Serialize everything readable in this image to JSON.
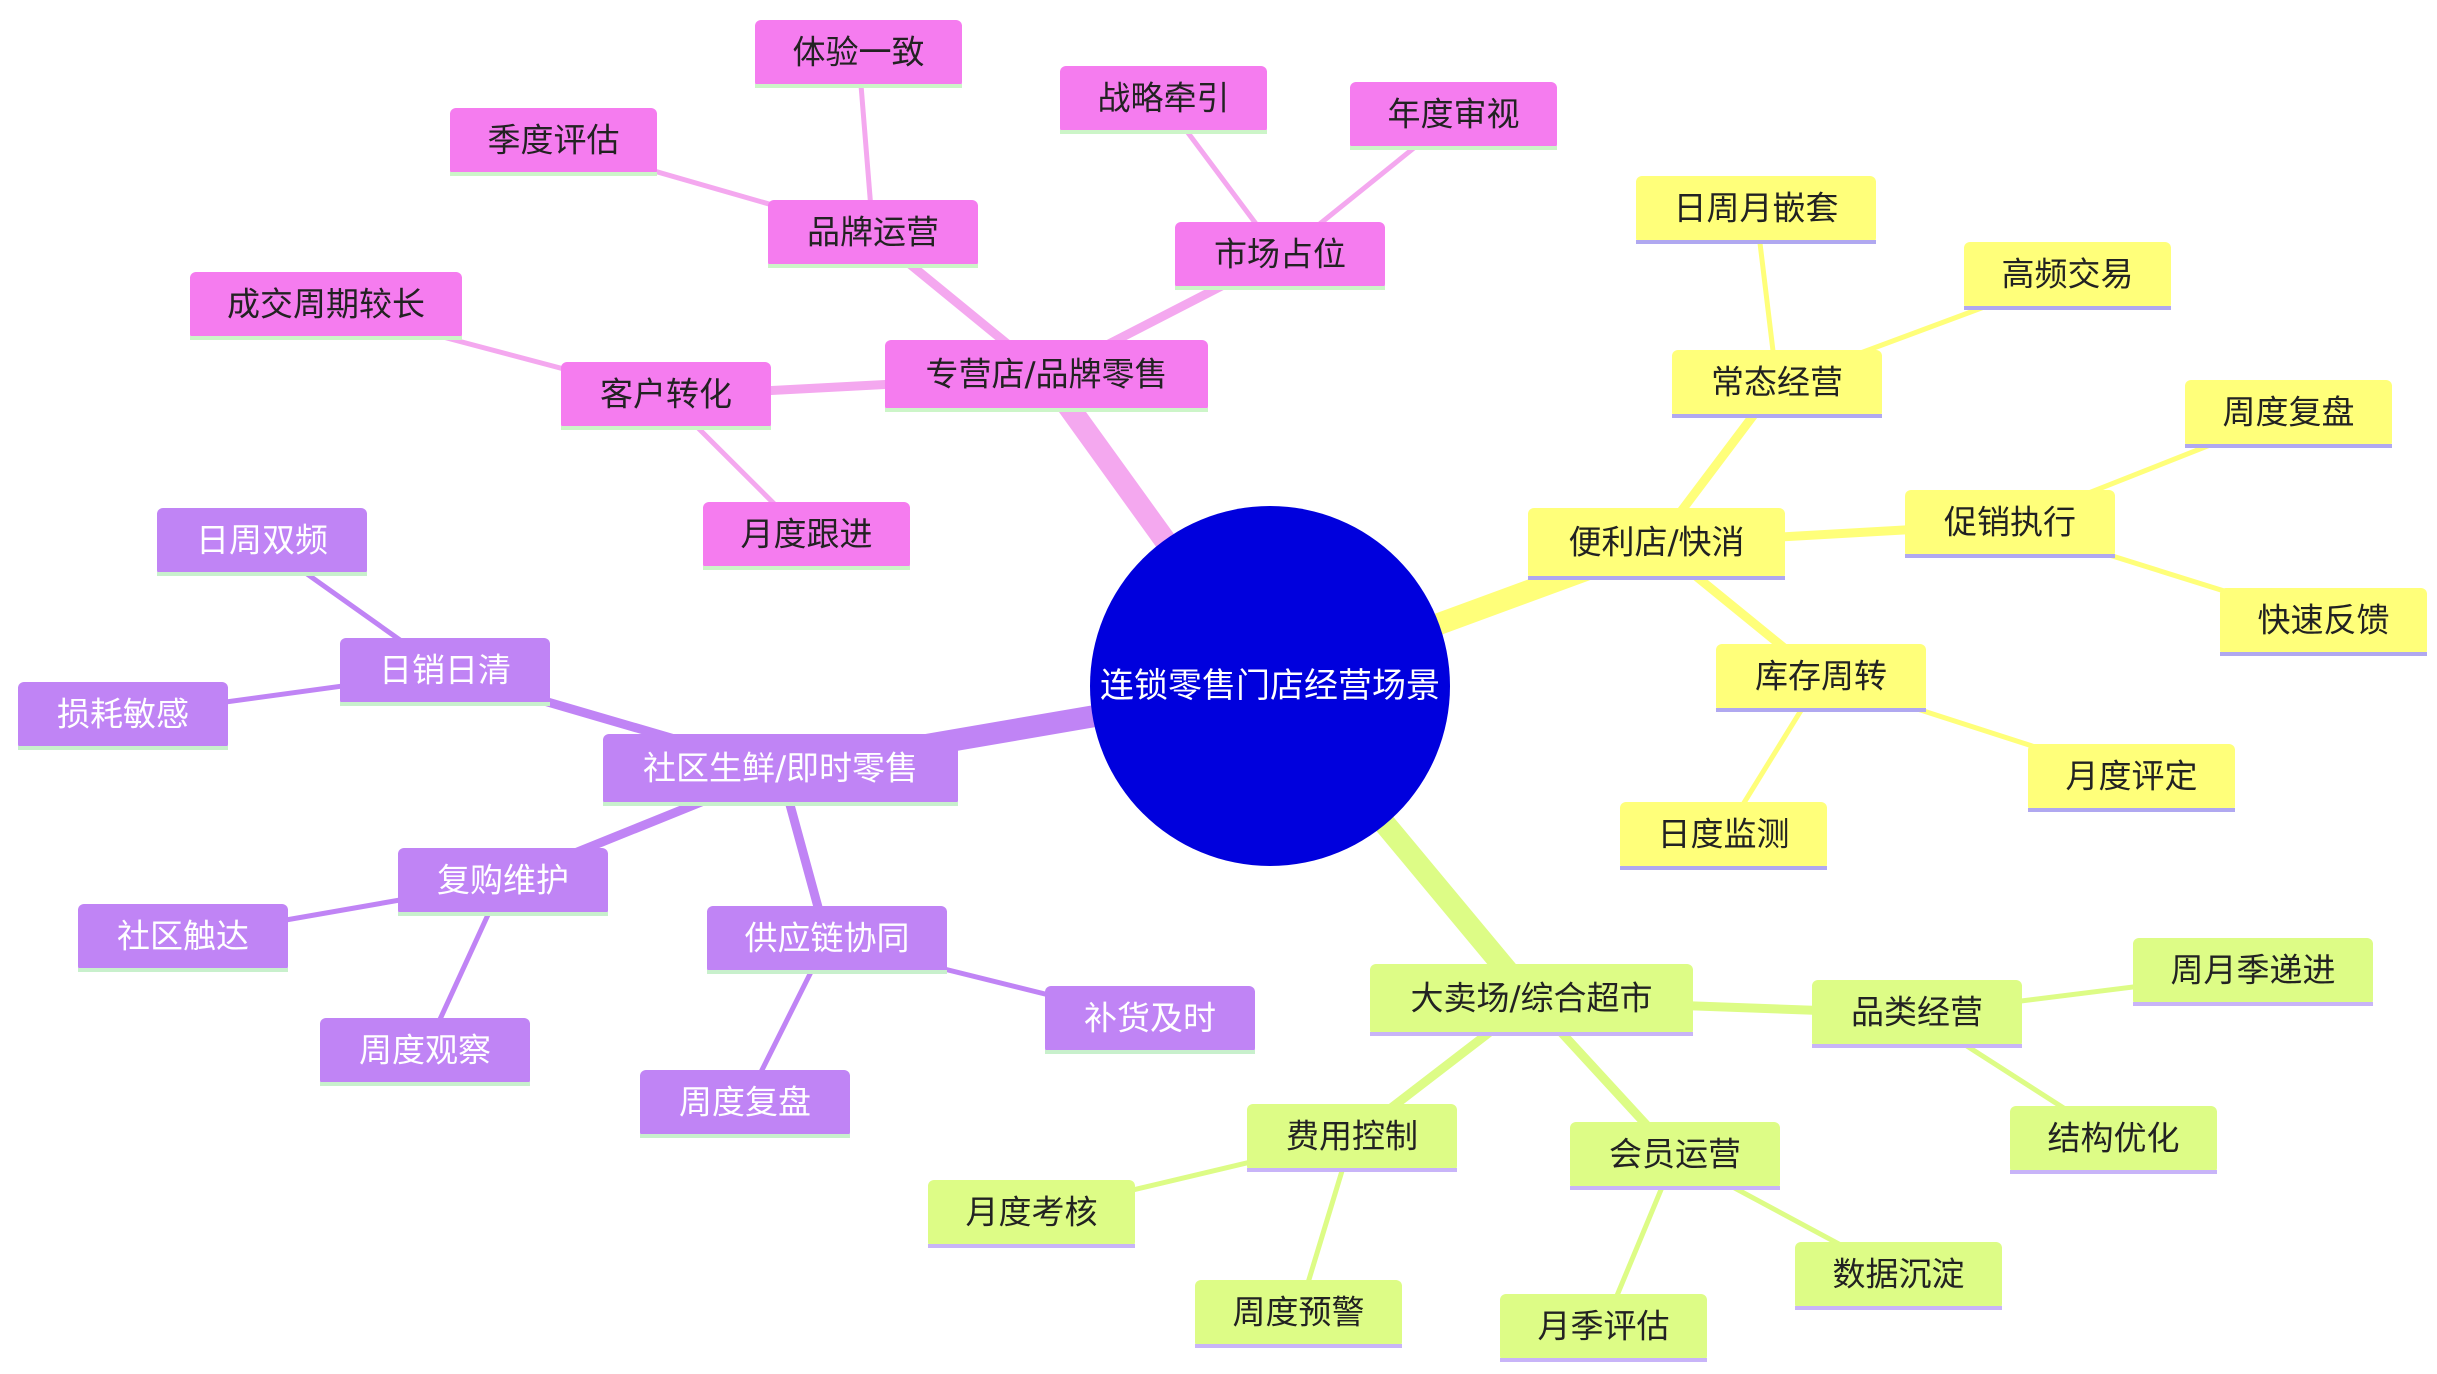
{
  "root": {
    "label": "连锁零售门店经营场景",
    "color": "#0000DD"
  },
  "branches": [
    {
      "label": "专营店/品牌零售",
      "color": "#F57CEF",
      "line": "#F4A8EF",
      "children": [
        {
          "label": "品牌运营",
          "children": [
            {
              "label": "体验一致"
            },
            {
              "label": "季度评估"
            }
          ]
        },
        {
          "label": "市场占位",
          "children": [
            {
              "label": "战略牵引"
            },
            {
              "label": "年度审视"
            }
          ]
        },
        {
          "label": "客户转化",
          "children": [
            {
              "label": "成交周期较长"
            },
            {
              "label": "月度跟进"
            }
          ]
        }
      ]
    },
    {
      "label": "便利店/快消",
      "color": "#FFFF7A",
      "line": "#FFFF7A",
      "children": [
        {
          "label": "常态经营",
          "children": [
            {
              "label": "日周月嵌套"
            },
            {
              "label": "高频交易"
            }
          ]
        },
        {
          "label": "促销执行",
          "children": [
            {
              "label": "周度复盘"
            },
            {
              "label": "快速反馈"
            }
          ]
        },
        {
          "label": "库存周转",
          "children": [
            {
              "label": "月度评定"
            },
            {
              "label": "日度监测"
            }
          ]
        }
      ]
    },
    {
      "label": "大卖场/综合超市",
      "color": "#DDFC86",
      "line": "#DDFC86",
      "children": [
        {
          "label": "品类经营",
          "children": [
            {
              "label": "周月季递进"
            },
            {
              "label": "结构优化"
            }
          ]
        },
        {
          "label": "费用控制",
          "children": [
            {
              "label": "月度考核"
            },
            {
              "label": "周度预警"
            }
          ]
        },
        {
          "label": "会员运营",
          "children": [
            {
              "label": "月季评估"
            },
            {
              "label": "数据沉淀"
            }
          ]
        }
      ]
    },
    {
      "label": "社区生鲜/即时零售",
      "color": "#C084F5",
      "line": "#C084F5",
      "children": [
        {
          "label": "日销日清",
          "children": [
            {
              "label": "日周双频"
            },
            {
              "label": "损耗敏感"
            }
          ]
        },
        {
          "label": "复购维护",
          "children": [
            {
              "label": "社区触达"
            },
            {
              "label": "周度观察"
            }
          ]
        },
        {
          "label": "供应链协同",
          "children": [
            {
              "label": "补货及时"
            },
            {
              "label": "周度复盘"
            }
          ]
        }
      ]
    }
  ]
}
